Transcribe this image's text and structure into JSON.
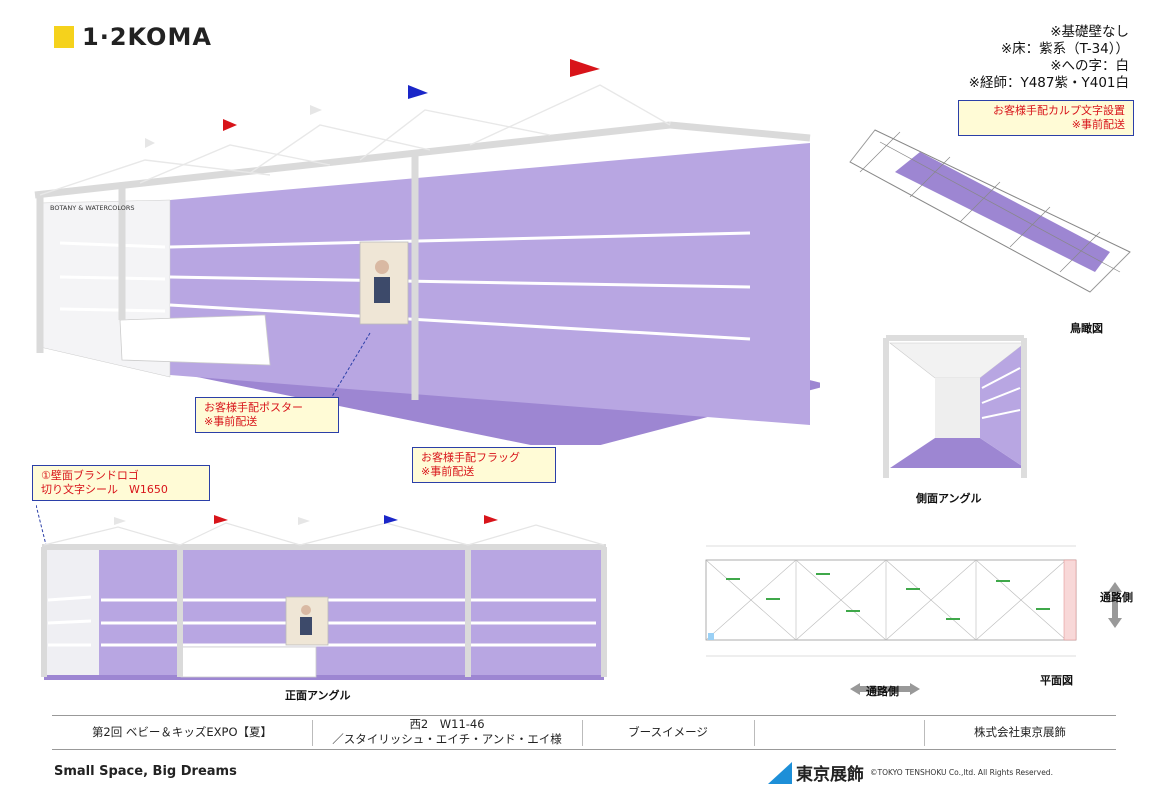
{
  "logo": {
    "text": "1·2KOMA"
  },
  "notes": {
    "lines": [
      "※基礎壁なし",
      "※床：紫系（T-34））",
      "※への字：白",
      "※経師：Y487紫・Y401白"
    ]
  },
  "callouts": {
    "fascia": {
      "line1": "お客様手配カルプ文字設置",
      "line2": "※事前配送"
    },
    "poster": {
      "line1": "お客様手配ポスター",
      "line2": "※事前配送"
    },
    "flag": {
      "line1": "お客様手配フラッグ",
      "line2": "※事前配送"
    },
    "logo": {
      "line1": "①壁面ブランドロゴ",
      "line2": "切り文字シール　W1650"
    }
  },
  "booth_sign": {
    "text": "BOTANY & WATERCOLORS"
  },
  "views": {
    "birdseye": "鳥瞰図",
    "side": "側面アングル",
    "front": "正面アングル",
    "plan": "平面図",
    "aisle_side": "通路側",
    "aisle_bottom": "通路側"
  },
  "footer": {
    "event": "第2回 ベビー＆キッズEXPO【夏】",
    "booth_line1": "西2　W11-46",
    "booth_line2": "／スタイリッシュ・エイチ・アンド・エイ様",
    "type": "ブースイメージ",
    "blank": "",
    "company": "株式会社東京展飾"
  },
  "bottom": {
    "tagline": "Small Space, Big Dreams",
    "company_name": "東京展飾",
    "copyright": "©TOKYO TENSHOKU Co.,ltd. All Rights Reserved."
  },
  "colors": {
    "wall_purple": "#b8a6e2",
    "floor_purple": "#9d86d2",
    "logo_yellow": "#f5d21c",
    "callout_text": "#d8141a",
    "callout_border": "#2b3fa8",
    "flag_red": "#d8141a",
    "flag_blue": "#1a26c8",
    "flag_white": "#e6e6e6"
  }
}
